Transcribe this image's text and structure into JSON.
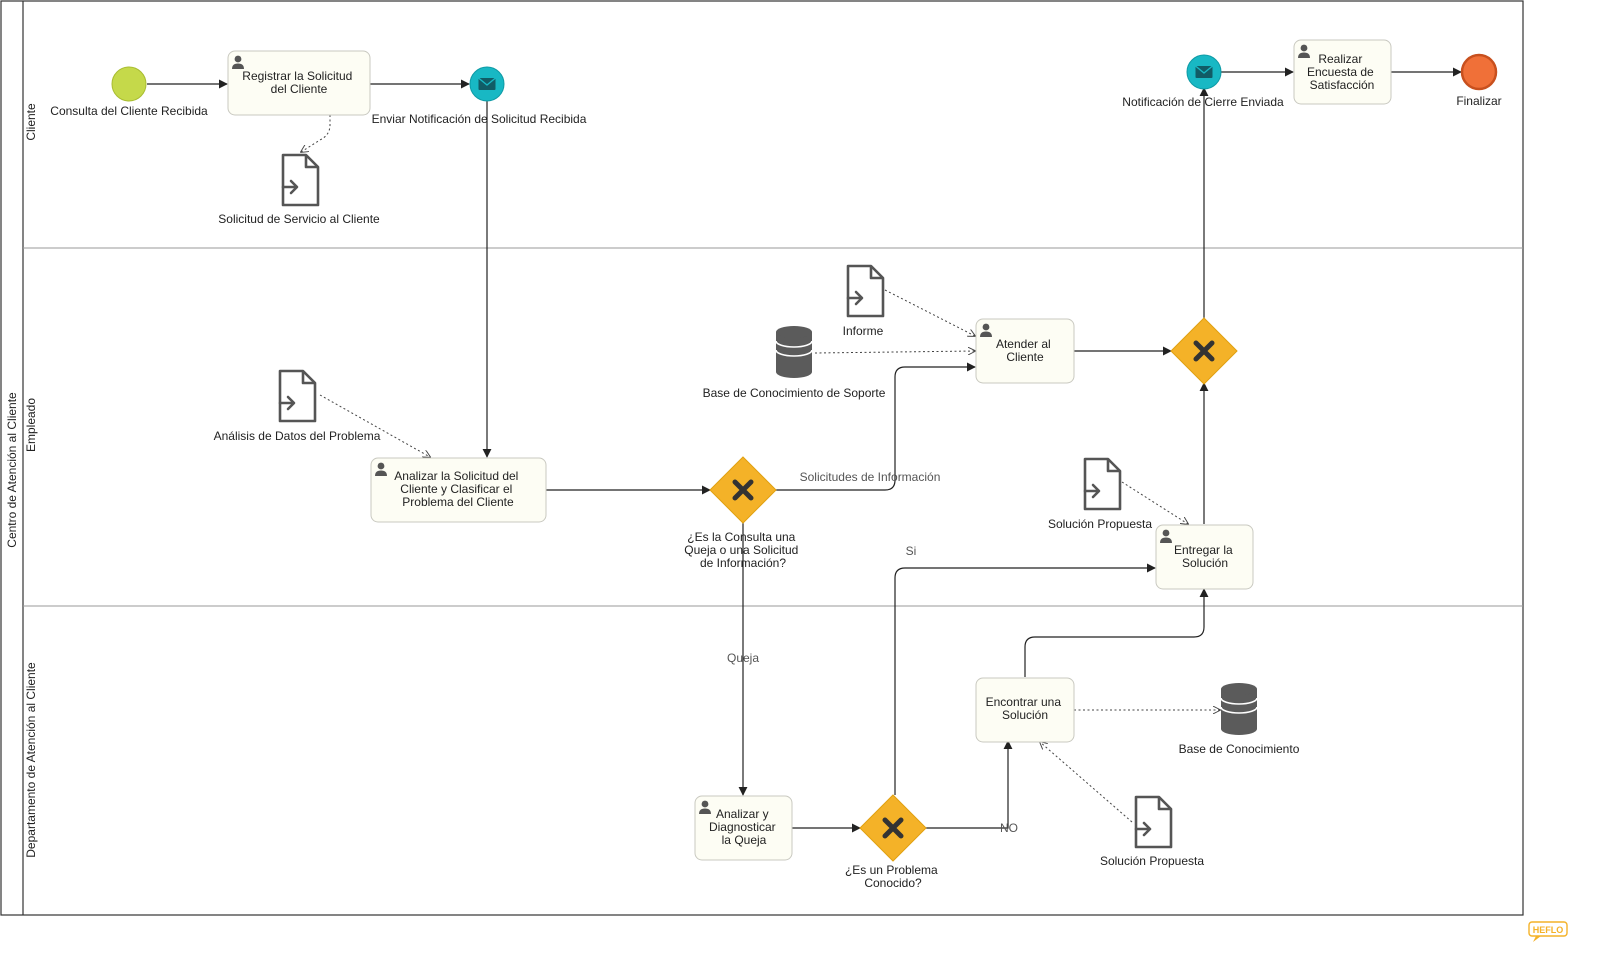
{
  "pool": {
    "title": "Centro de Atención al Cliente"
  },
  "lanes": {
    "cliente": "Cliente",
    "empleado": "Empleado",
    "departamento": "Departamento de Atención al Cliente"
  },
  "events": {
    "start": "Consulta del Cliente Recibida",
    "msg_recibida": "Enviar Notificación de Solicitud Recibida",
    "msg_cierre": "Notificación de Cierre Enviada",
    "end": "Finalizar"
  },
  "tasks": {
    "registrar": [
      "Registrar la Solicitud",
      "del Cliente"
    ],
    "analizar_solicitud": [
      "Analizar la Solicitud del",
      "Cliente y Clasificar el",
      "Problema del Cliente"
    ],
    "atender": [
      "Atender al",
      "Cliente"
    ],
    "entregar": [
      "Entregar la",
      "Solución"
    ],
    "encuesta": [
      "Realizar",
      "Encuesta de",
      "Satisfacción"
    ],
    "encontrar": [
      "Encontrar una",
      "Solución"
    ],
    "analizar_queja": [
      "Analizar y",
      "Diagnosticar",
      "la Queja"
    ]
  },
  "gateways": {
    "consulta": [
      "¿Es la Consulta una",
      "Queja o una Solicitud",
      "de Información?"
    ],
    "problema": [
      "¿Es un Problema",
      "Conocido?"
    ]
  },
  "artifacts": {
    "solicitud_servicio": "Solicitud de Servicio al Cliente",
    "analisis_datos": "Análisis de Datos del Problema",
    "informe": "Informe",
    "base_soporte": "Base de Conocimiento de Soporte",
    "solucion_propuesta_1": "Solución Propuesta",
    "solucion_propuesta_2": "Solución Propuesta",
    "base_conocimiento": "Base de Conocimiento"
  },
  "flows": {
    "solicitudes": "Solicitudes de Información",
    "queja": "Queja",
    "si": "Si",
    "no": "NO"
  },
  "colors": {
    "start_event": "#c5d94a",
    "end_event": "#f07038",
    "message_event": "#18b8c4",
    "gateway": "#f4b228",
    "task_fill": "#fdfdf4",
    "data_store": "#5b5b5b"
  },
  "icons": {
    "user": "user-icon",
    "envelope": "envelope-icon",
    "gateway_marker": "x-icon",
    "document": "data-input-icon",
    "data_store": "database-icon",
    "brand_logo": "heflo-logo"
  },
  "brand": {
    "logo": "HEFLO"
  }
}
